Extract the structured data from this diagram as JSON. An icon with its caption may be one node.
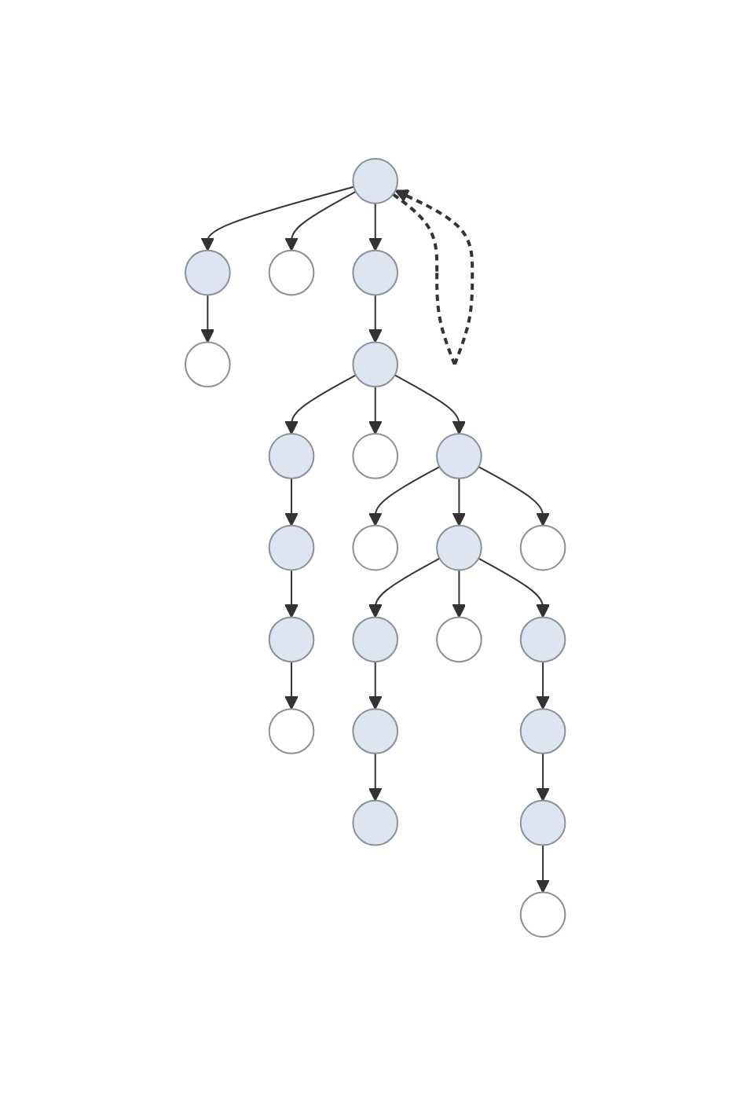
{
  "diagram": {
    "nodes": [
      {
        "text": [],
        "shape": "circle"
      },
      {
        "text": [],
        "shape": "circle"
      },
      {
        "text": [],
        "shape": "circle"
      },
      {
        "text": [],
        "shape": "circle"
      },
      {
        "text": [],
        "shape": "circle"
      },
      {
        "text": [],
        "shape": "circle"
      },
      {
        "text": [],
        "shape": "circle"
      },
      {
        "text": [],
        "shape": "circle"
      },
      {
        "text": [],
        "shape": "circle"
      },
      {
        "text": [],
        "shape": "circle"
      },
      {
        "text": [],
        "shape": "circle"
      },
      {
        "text": [],
        "shape": "circle"
      },
      {
        "text": [],
        "shape": "circle"
      },
      {
        "text": [],
        "shape": "circle"
      },
      {
        "text": [],
        "shape": "circle"
      },
      {
        "text": [],
        "shape": "circle"
      },
      {
        "text": [],
        "shape": "circle"
      },
      {
        "text": [],
        "shape": "circle"
      },
      {
        "text": [],
        "shape": "circle"
      },
      {
        "text": [],
        "shape": "circle"
      },
      {
        "text": [],
        "shape": "circle"
      },
      {
        "text": [],
        "shape": "circle"
      },
      {
        "text": [],
        "shape": "circle"
      }
    ],
    "edges": [
      {
        "from": 0,
        "to": 1,
        "arrow": "to"
      },
      {
        "from": 0,
        "to": 2,
        "arrow": "to"
      },
      {
        "from": 0,
        "to": 3,
        "arrow": "to"
      },
      {
        "from": 1,
        "to": 4,
        "arrow": "to"
      },
      {
        "from": 3,
        "to": 5,
        "arrow": "to"
      },
      {
        "from": 5,
        "to": 6,
        "arrow": "to"
      },
      {
        "from": 5,
        "to": 7,
        "arrow": "to"
      },
      {
        "from": 5,
        "to": 8,
        "arrow": "to"
      },
      {
        "from": 6,
        "to": 9,
        "arrow": "to"
      },
      {
        "from": 9,
        "to": 10,
        "arrow": "to"
      },
      {
        "from": 10,
        "to": 11,
        "arrow": "to"
      },
      {
        "from": 8,
        "to": 12,
        "arrow": "to"
      },
      {
        "from": 8,
        "to": 13,
        "arrow": "to"
      },
      {
        "from": 8,
        "to": 14,
        "arrow": "to"
      },
      {
        "from": 13,
        "to": 15,
        "arrow": "to"
      },
      {
        "from": 13,
        "to": 16,
        "arrow": "to"
      },
      {
        "from": 13,
        "to": 17,
        "arrow": "to"
      },
      {
        "from": 15,
        "to": 18,
        "arrow": "to"
      },
      {
        "from": 18,
        "to": 19,
        "arrow": "to"
      },
      {
        "from": 17,
        "to": 20,
        "arrow": "to"
      },
      {
        "from": 20,
        "to": 21,
        "arrow": "to"
      },
      {
        "from": 21,
        "to": 22,
        "arrow": "to"
      },
      {
        "from": 0,
        "to": 0,
        "arrow": "to",
        "style": "dashed"
      }
    ]
  }
}
